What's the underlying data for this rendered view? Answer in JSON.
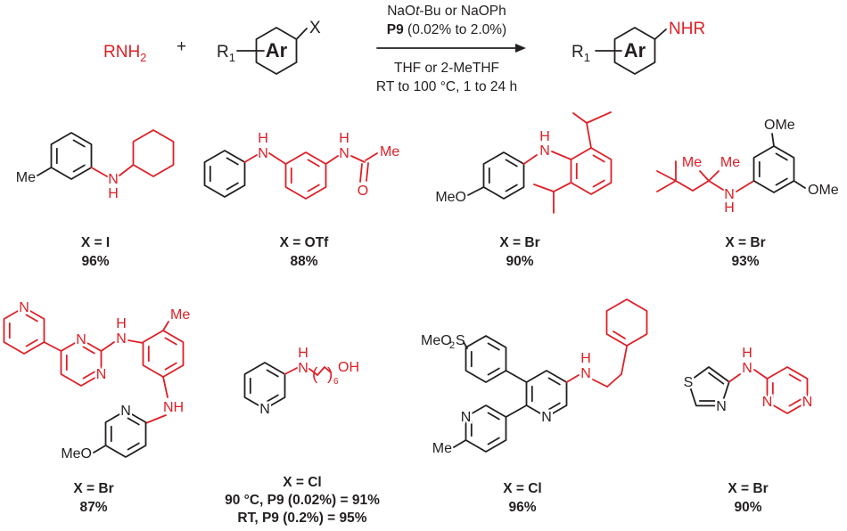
{
  "colors": {
    "red": "#dd1f26",
    "black": "#231f20"
  },
  "scheme": {
    "amine_base": "RNH",
    "amine_sub": "2",
    "plus": "+",
    "r1_base": "R",
    "r1_sub": "1",
    "ar": "Ar",
    "x_label": "X",
    "cond1a": "NaO",
    "cond1b": "t",
    "cond1c": "-Bu or NaOPh",
    "cond2a": "P9",
    "cond2b": " (0.02% to 2.0%)",
    "cond3": "THF or 2-MeTHF",
    "cond4": "RT to 100 °C, 1 to 24 h",
    "product_amine": "NHR"
  },
  "products": [
    {
      "atoms": {
        "me": "Me",
        "n": "N",
        "h": "H"
      },
      "labels": [
        "X = I",
        "96%"
      ]
    },
    {
      "atoms": {
        "h1": "H",
        "n1": "N",
        "h2": "H",
        "n2": "N",
        "o": "O",
        "me": "Me"
      },
      "labels": [
        "X = OTf",
        "88%"
      ]
    },
    {
      "atoms": {
        "meo": "MeO",
        "n": "N",
        "h": "H"
      },
      "labels": [
        "X = Br",
        "90%"
      ]
    },
    {
      "atoms": {
        "me1": "Me",
        "me2": "Me",
        "n": "N",
        "h": "H",
        "ome1": "OMe",
        "ome2": "OMe"
      },
      "labels": [
        "X = Br",
        "93%"
      ]
    },
    {
      "atoms": {
        "n_py": "N",
        "n_pm1": "N",
        "n_pm2": "N",
        "h1": "H",
        "n1": "N",
        "me": "Me",
        "nh2": "NH",
        "n_py2": "N",
        "meo": "MeO"
      },
      "labels": [
        "X = Br",
        "87%"
      ]
    },
    {
      "atoms": {
        "n_py": "N",
        "h": "H",
        "n": "N",
        "paren_l": "(",
        "paren_r": ")",
        "six": "6",
        "oh": "OH"
      },
      "labels": [
        "X = Cl",
        "90 °C, P9 (0.02%) = 91%",
        "RT, P9 (0.2%) = 95%"
      ]
    },
    {
      "atoms": {
        "meo": "MeO",
        "two": "2",
        "s": "S",
        "n_c": "N",
        "n_mp": "N",
        "me": "Me",
        "h": "H",
        "n": "N"
      },
      "labels": [
        "X = Cl",
        "96%"
      ]
    },
    {
      "atoms": {
        "s": "S",
        "n_tz": "N",
        "h": "H",
        "n": "N",
        "n_pm1": "N",
        "n_pm2": "N"
      },
      "labels": [
        "X = Br",
        "90%"
      ]
    }
  ]
}
